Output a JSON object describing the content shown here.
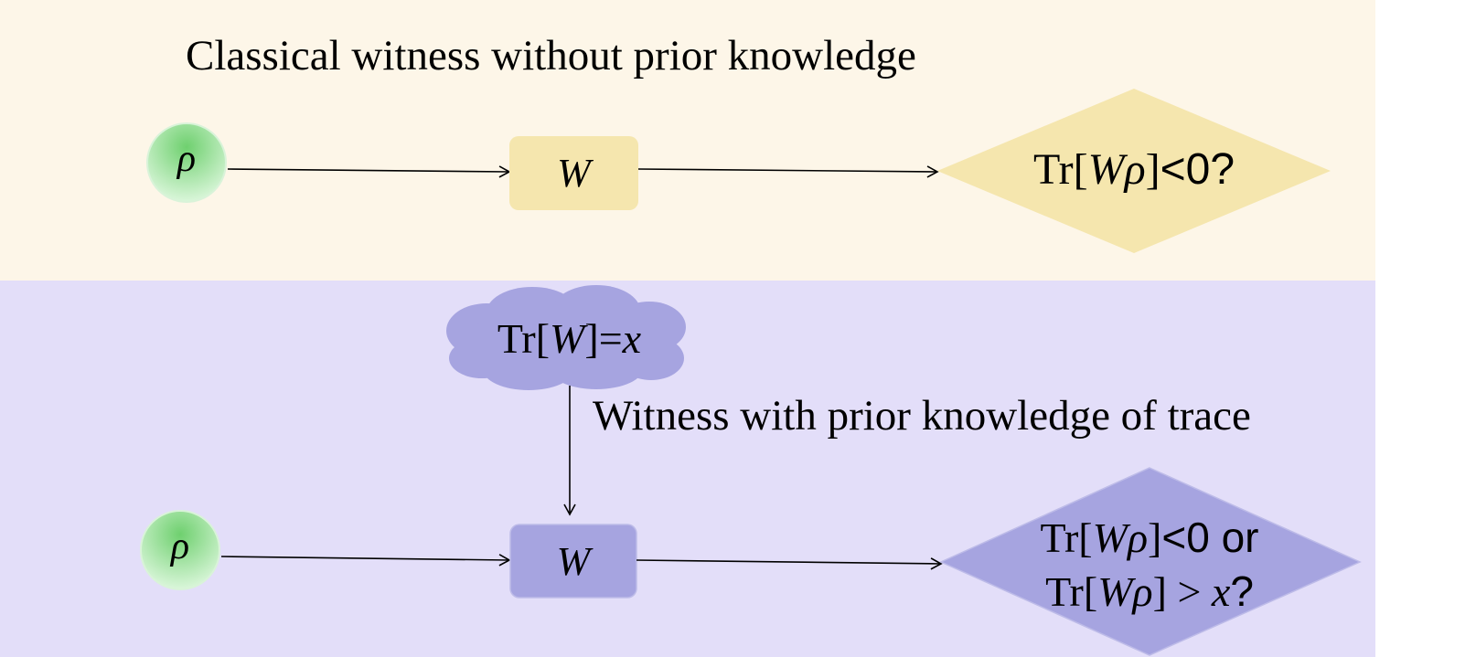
{
  "top_panel": {
    "title": "Classical witness without prior knowledge",
    "state_label": "ρ",
    "witness_label": "W",
    "decision": {
      "tr": "Tr[",
      "w": "W",
      "rho": "ρ",
      "close": "]",
      "cond": "<0?"
    },
    "colors": {
      "panel": "#fdf6e8",
      "box": "#f5e6ae",
      "diamond": "#f5e6ae"
    }
  },
  "bottom_panel": {
    "title": "Witness with  prior knowledge of trace",
    "cloud": {
      "tr": "Tr[",
      "w": "W",
      "close": "]=",
      "x": "x"
    },
    "state_label": "ρ",
    "witness_label": "W",
    "decision": {
      "line1": {
        "tr": "Tr[",
        "w": "W",
        "rho": "ρ",
        "close": "]",
        "cond": "<0 or"
      },
      "line2": {
        "tr": "Tr[",
        "w": "W",
        "rho": "ρ",
        "close": "] > ",
        "x": "x",
        "q": "?"
      }
    },
    "colors": {
      "panel": "#e3def9",
      "box": "#a6a4e0",
      "diamond": "#a6a4e0",
      "cloud": "#a6a4e0"
    }
  },
  "colors": {
    "node_green_top": "#6fd06f",
    "node_green_bottom": "#dcf7dc",
    "arrow": "#000000"
  }
}
